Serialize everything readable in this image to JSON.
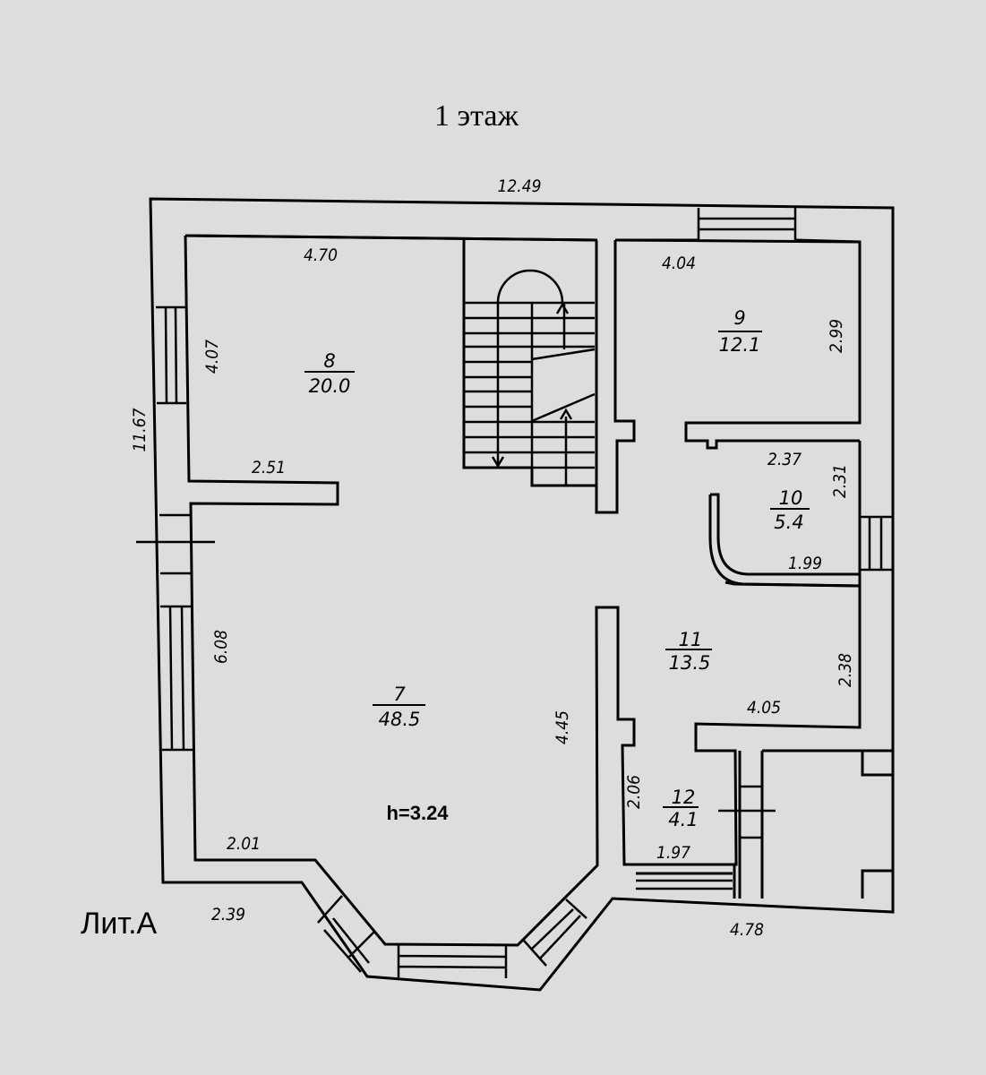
{
  "title": "1 этаж",
  "building_label": "Лит.А",
  "ceiling_height": "h=3.24",
  "rooms": [
    {
      "number": "8",
      "area": "20.0"
    },
    {
      "number": "9",
      "area": "12.1"
    },
    {
      "number": "10",
      "area": "5.4"
    },
    {
      "number": "7",
      "area": "48.5"
    },
    {
      "number": "11",
      "area": "13.5"
    },
    {
      "number": "12",
      "area": "4.1"
    }
  ],
  "dimensions": {
    "outer_top": "12.49",
    "outer_left": "11.67",
    "outer_bottom_left": "2.39",
    "outer_bottom_right": "4.78",
    "room8_width": "4.70",
    "room8_height": "4.07",
    "partition_width": "2.51",
    "room9_width": "4.04",
    "room9_height": "2.99",
    "room10_width_top": "2.37",
    "room10_height": "2.31",
    "room10_width_bottom": "1.99",
    "room7_left": "6.08",
    "room7_right": "4.45",
    "room7_bottom_left": "2.01",
    "room11_height": "2.38",
    "room11_width": "4.05",
    "room12_height": "2.06",
    "room12_width": "1.97"
  }
}
